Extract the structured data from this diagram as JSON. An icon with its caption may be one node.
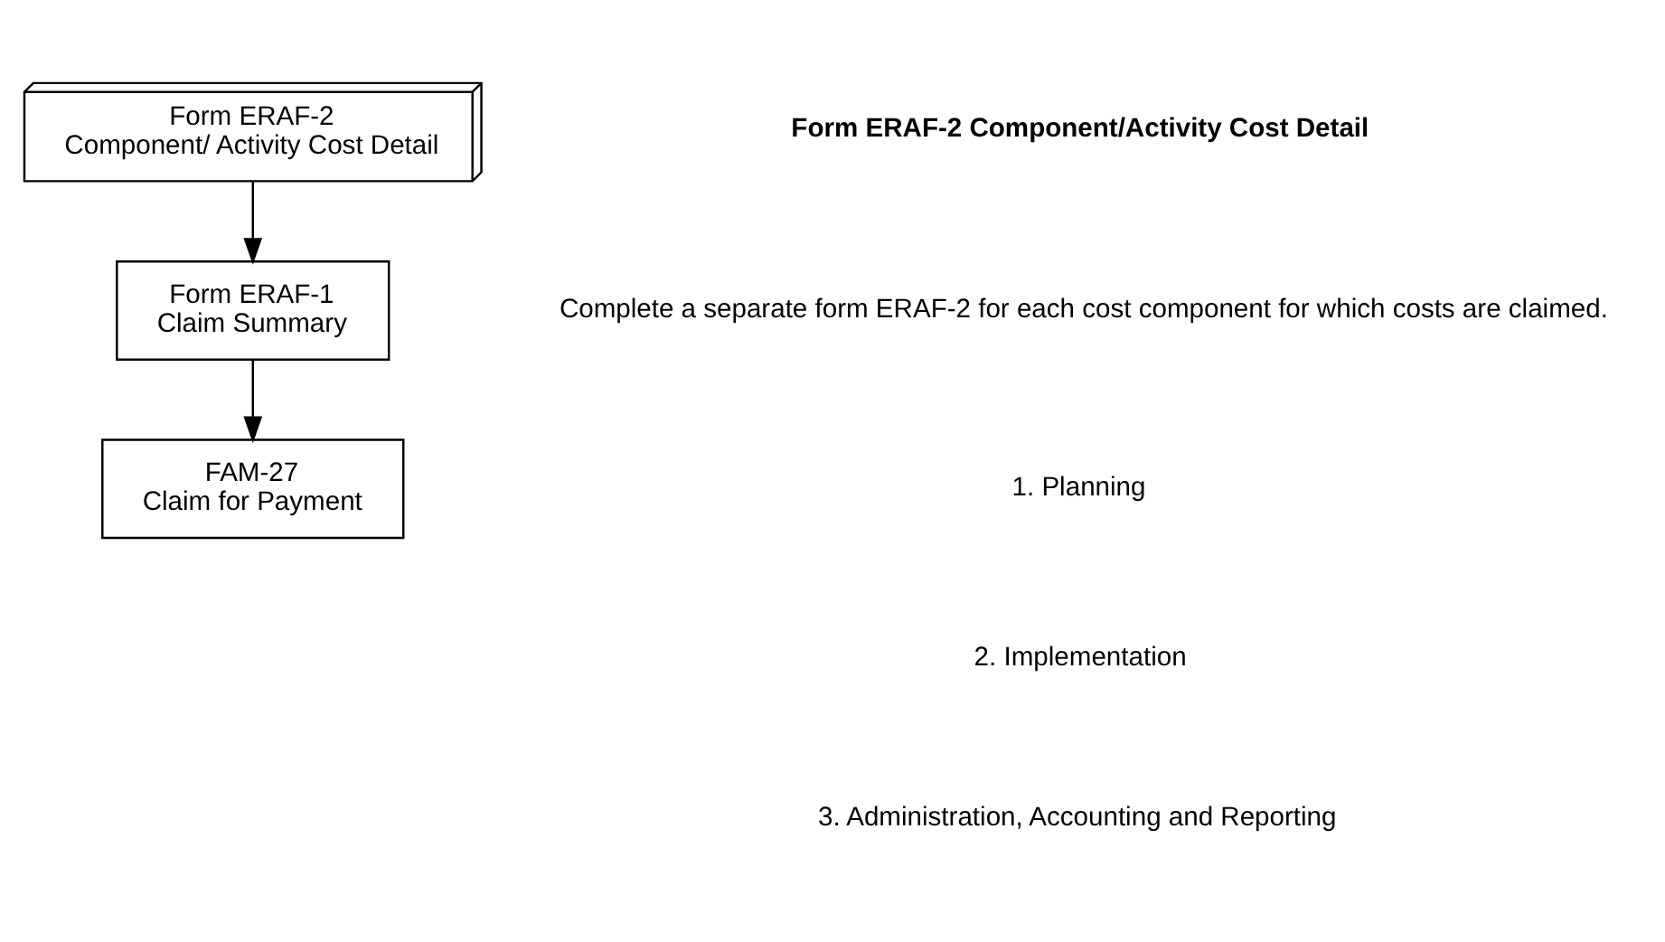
{
  "diagram": {
    "nodes": [
      {
        "text": [
          "Form ERAF-2",
          "Component/ Activity Cost Detail"
        ]
      },
      {
        "text": [
          "Form ERAF-1",
          "Claim Summary"
        ]
      },
      {
        "text": [
          "FAM-27",
          "Claim for Payment"
        ]
      }
    ],
    "edges": [
      {
        "from": 0,
        "to": 1,
        "arrow": "to"
      },
      {
        "from": 1,
        "to": 2,
        "arrow": "to"
      }
    ],
    "labels": [
      "Form ERAF-2 Component/Activity Cost Detail",
      "Complete a separate form ERAF-2 for each cost component for which costs are claimed.",
      "1. Planning",
      "2. Implementation",
      "3. Administration, Accounting and Reporting"
    ]
  }
}
